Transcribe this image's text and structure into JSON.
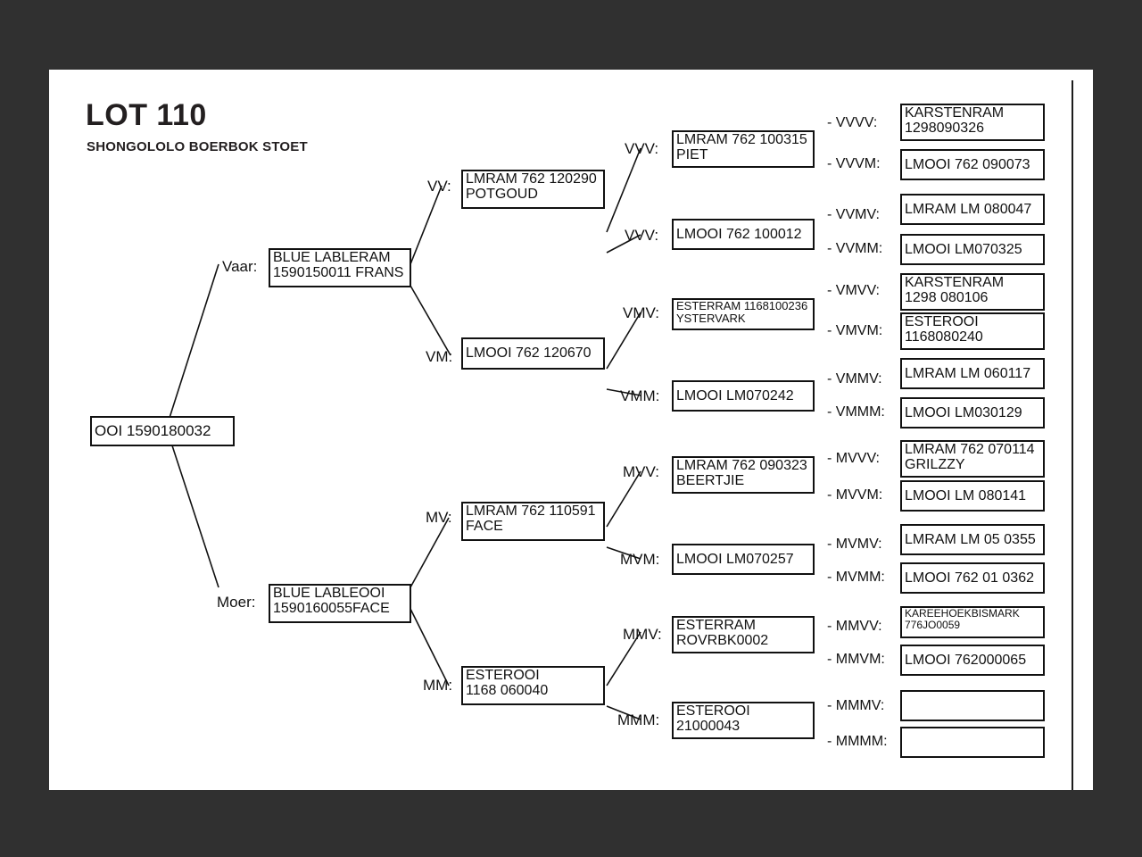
{
  "header": {
    "title": "LOT 110",
    "subtitle": "SHONGOLOLO BOERBOK STOET"
  },
  "labels": {
    "sire": "Vaar:",
    "dam": "Moer:",
    "vv": "VV:",
    "vm": "VM:",
    "mv": "MV:",
    "mm": "MM:",
    "vvv": "VVV:",
    "vvm": "VVV:",
    "vmv": "VMV:",
    "vmm": "VMM:",
    "mvv": "MVV:",
    "mvm": "MVM:",
    "mmv": "MMV:",
    "mmm": "MMM:",
    "vvvv": "- VVVV:",
    "vvvm": "- VVVM:",
    "vvmv": "- VVMV:",
    "vvmm": "- VVMM:",
    "vmvv": "- VMVV:",
    "vmvm": "- VMVM:",
    "vmmv": "- VMMV:",
    "vmmm": "- VMMM:",
    "mvvv": "- MVVV:",
    "mvvm": "- MVVM:",
    "mvmv": "- MVMV:",
    "mvmm": "- MVMM:",
    "mmvv": "- MMVV:",
    "mmvm": "- MMVM:",
    "mmmv": "- MMMV:",
    "mmmm": "- MMMM:"
  },
  "nodes": {
    "root": {
      "line1": "OOI 1590180032",
      "line2": ""
    },
    "v": {
      "line1": "BLUE LABLERAM",
      "line2": "1590150011 FRANS"
    },
    "m": {
      "line1": "BLUE LABLEOOI",
      "line2": "1590160055FACE"
    },
    "vv": {
      "line1": "LMRAM 762 120290",
      "line2": "POTGOUD"
    },
    "vm": {
      "line1": "LMOOI 762 120670",
      "line2": ""
    },
    "mv": {
      "line1": "LMRAM 762 110591",
      "line2": "FACE"
    },
    "mm": {
      "line1": "ESTEROOI",
      "line2": "1168 060040"
    },
    "vvv": {
      "line1": "LMRAM 762 100315",
      "line2": "PIET"
    },
    "vvm": {
      "line1": "LMOOI 762 100012",
      "line2": ""
    },
    "vmv": {
      "line1": "ESTERRAM 1168100236",
      "line2": "YSTERVARK"
    },
    "vmm": {
      "line1": "LMOOI LM070242",
      "line2": ""
    },
    "mvv": {
      "line1": "LMRAM 762 090323",
      "line2": "BEERTJIE"
    },
    "mvm": {
      "line1": "LMOOI LM070257",
      "line2": ""
    },
    "mmv": {
      "line1": "ESTERRAM",
      "line2": "ROVRBK0002"
    },
    "mmm": {
      "line1": "ESTEROOI",
      "line2": "21000043"
    },
    "vvvv": {
      "line1": "KARSTENRAM",
      "line2": "1298090326"
    },
    "vvvm": {
      "line1": "LMOOI 762 090073",
      "line2": ""
    },
    "vvmv": {
      "line1": "LMRAM LM 080047",
      "line2": ""
    },
    "vvmm": {
      "line1": "LMOOI LM070325",
      "line2": ""
    },
    "vmvv": {
      "line1": "KARSTENRAM",
      "line2": "1298 080106"
    },
    "vmvm": {
      "line1": "ESTEROOI",
      "line2": "1168080240"
    },
    "vmmv": {
      "line1": "LMRAM LM 060117",
      "line2": ""
    },
    "vmmm": {
      "line1": "LMOOI LM030129",
      "line2": ""
    },
    "mvvv": {
      "line1": "LMRAM 762 070114",
      "line2": "GRILZZY"
    },
    "mvvm": {
      "line1": "LMOOI LM 080141",
      "line2": ""
    },
    "mvmv": {
      "line1": "LMRAM LM 05 0355",
      "line2": ""
    },
    "mvmm": {
      "line1": "LMOOI 762 01 0362",
      "line2": ""
    },
    "mmvv": {
      "line1": "KAREEHOEKBISMARK",
      "line2": "776JO0059"
    },
    "mmvm": {
      "line1": "LMOOI 762000065",
      "line2": ""
    },
    "mmmv": {
      "line1": "",
      "line2": ""
    },
    "mmmm": {
      "line1": "",
      "line2": ""
    }
  },
  "colors": {
    "page": "#ffffff",
    "backdrop": "#303030",
    "ink": "#111111",
    "heading": "#231f20"
  }
}
